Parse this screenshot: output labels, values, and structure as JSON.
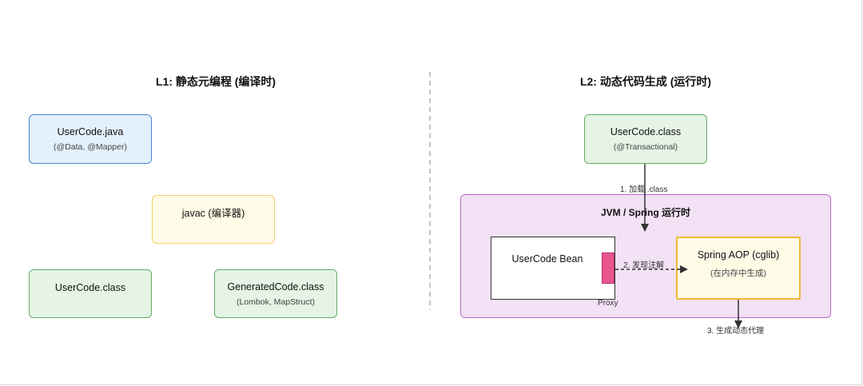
{
  "left_panel": {
    "title": "L1: 静态元编程 (编译时)",
    "source_node": {
      "title": "UserCode.java",
      "subtitle": "(@Data, @Mapper)"
    },
    "compiler_node": {
      "title": "javac (编译器)"
    },
    "output_node": {
      "title": "UserCode.class"
    },
    "generated_node": {
      "title": "GeneratedCode.class",
      "subtitle": "(Lombok, MapStruct)"
    }
  },
  "right_panel": {
    "title": "L2: 动态代码生成 (运行时)",
    "class_node": {
      "title": "UserCode.class",
      "subtitle": "(@Transactional)"
    },
    "step1_label": "1. 加载 .class",
    "jvm": {
      "title": "JVM / Spring 运行时",
      "bean_label": "UserCode Bean",
      "proxy_label": "Proxy",
      "step2_label": "2. 发现注解",
      "aop_node": {
        "title": "Spring AOP (cglib)",
        "subtitle": "(在内存中生成)"
      }
    },
    "step3_label": "3. 生成动态代理"
  },
  "colors": {
    "blue_fill": "#e3f0fd",
    "green_fill": "#e5f4e5",
    "yellow_fill": "#fffbe6",
    "purple_fill": "#f3e1f5",
    "proxy_pink": "#e8558f",
    "aop_border": "#f2b632"
  }
}
